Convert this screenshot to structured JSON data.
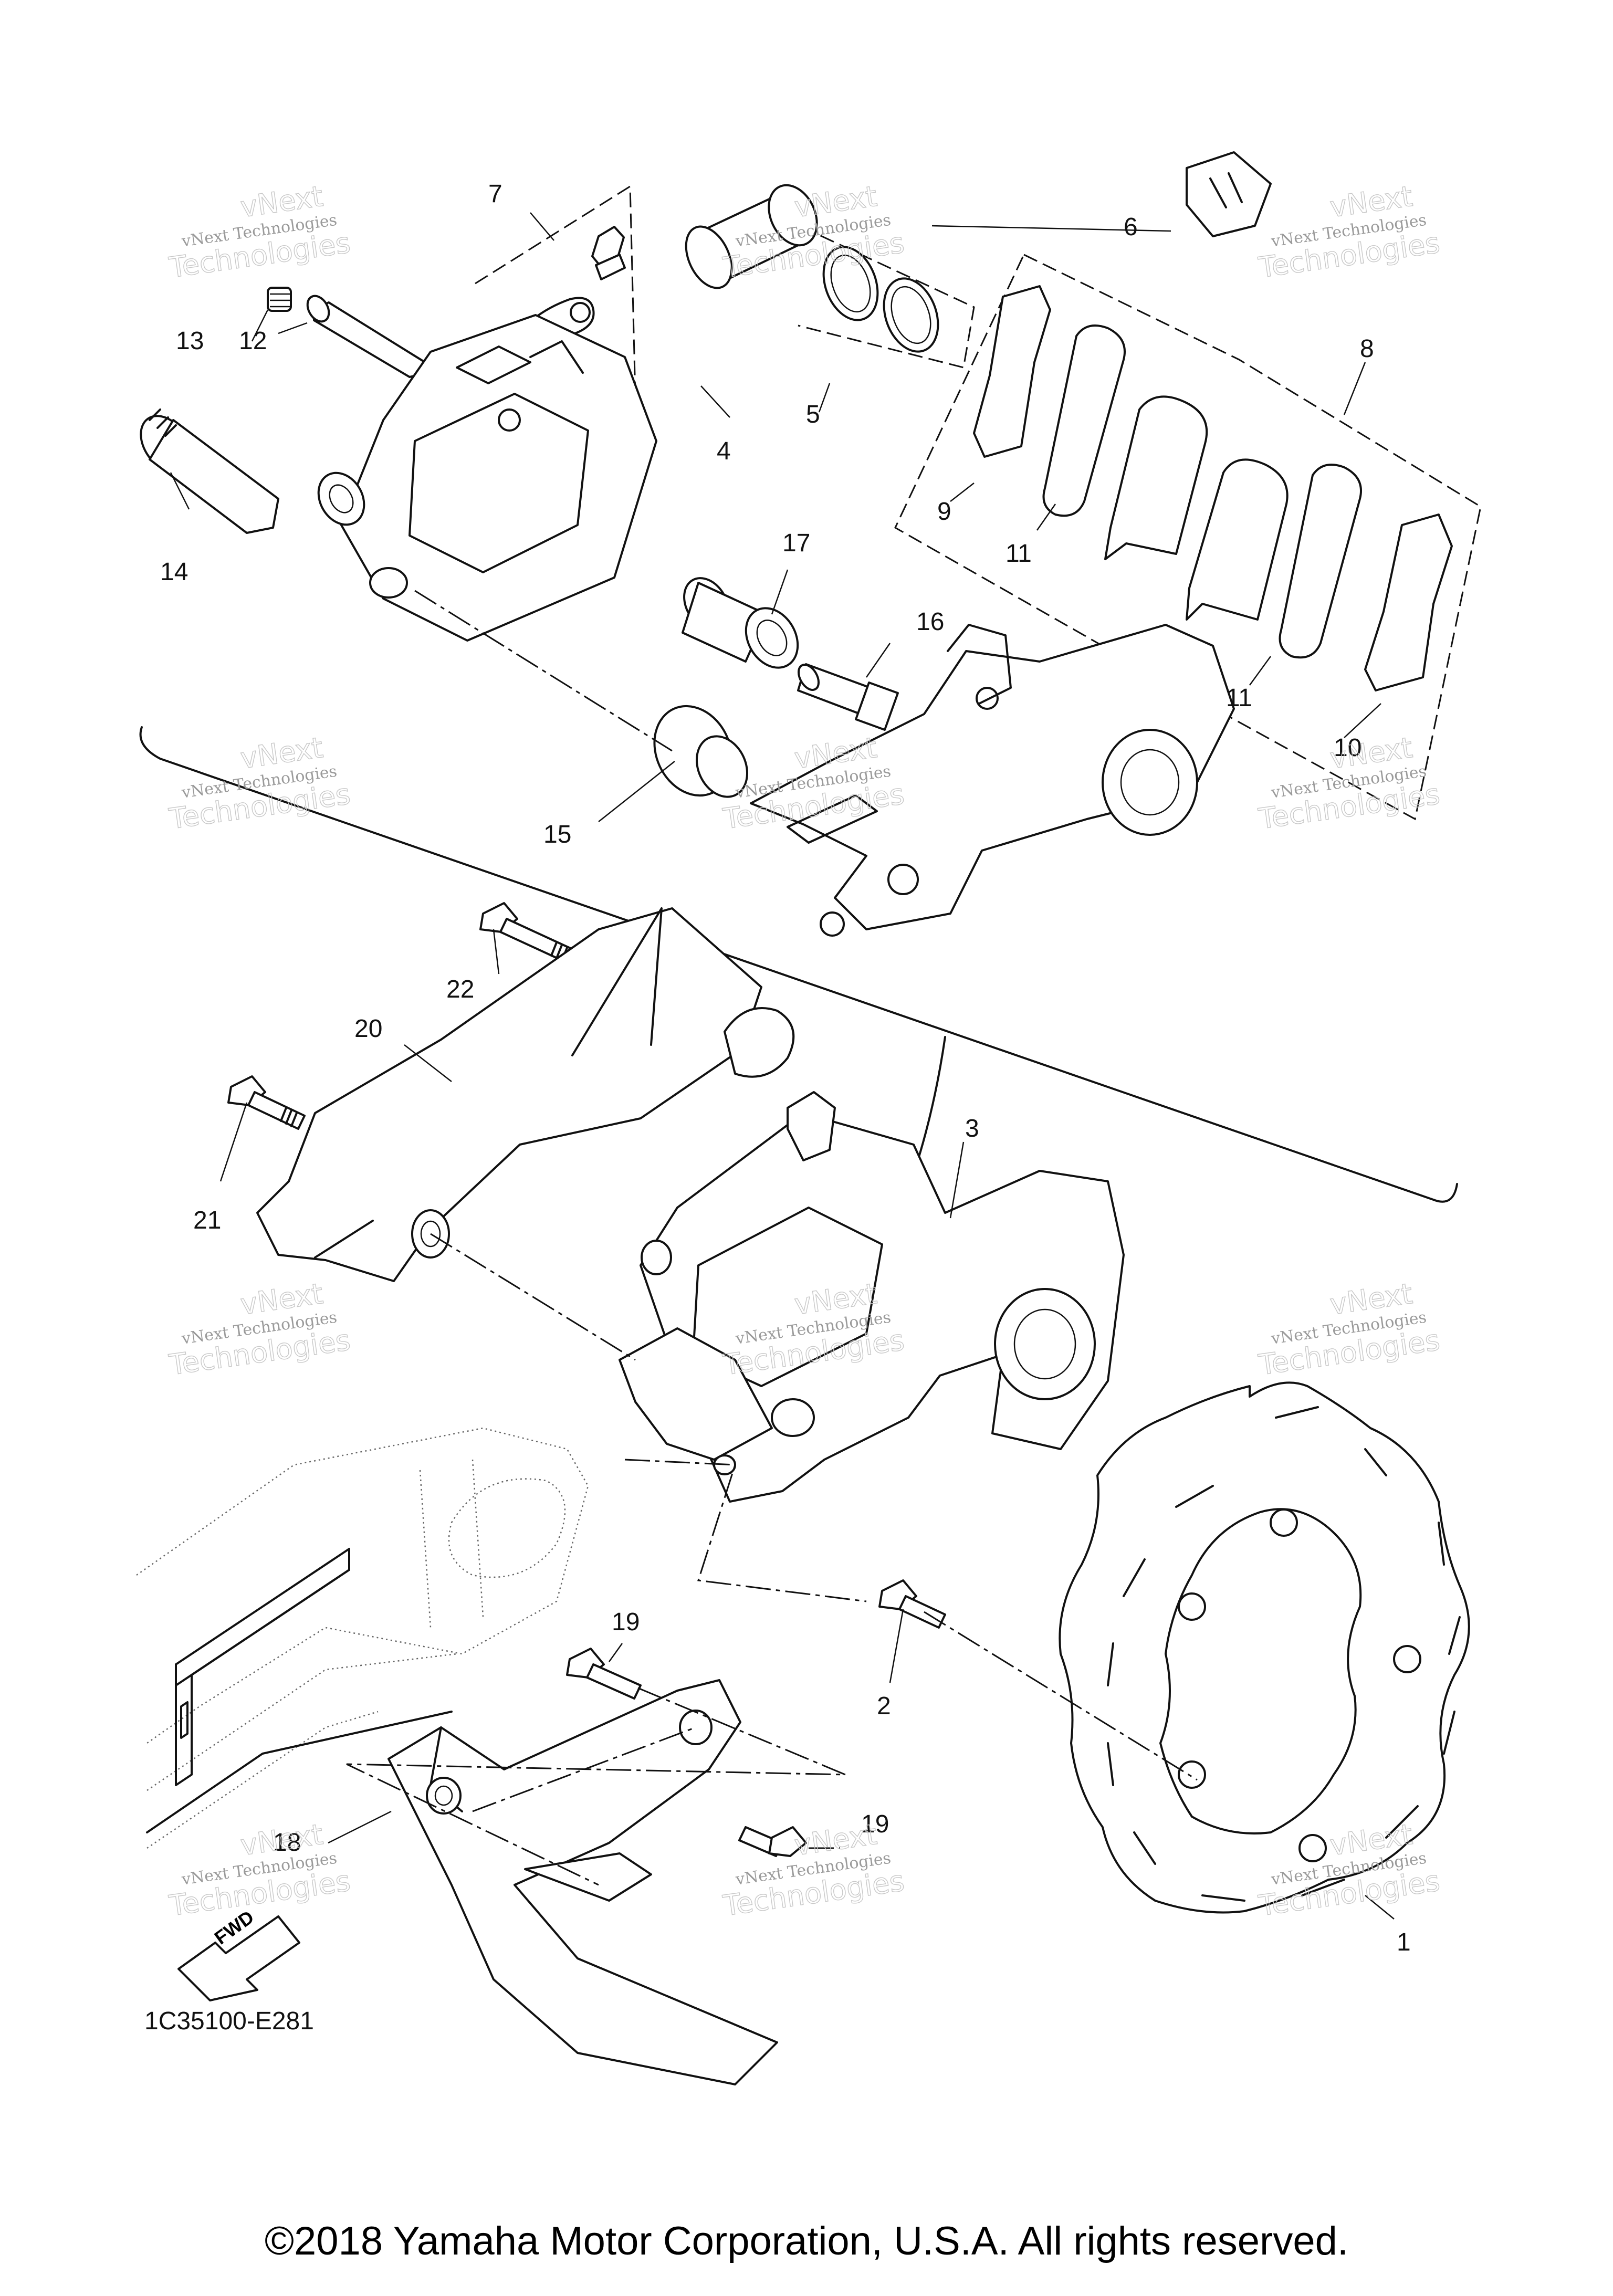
{
  "callouts": [
    {
      "id": "c1",
      "text": "1"
    },
    {
      "id": "c2",
      "text": "2"
    },
    {
      "id": "c3",
      "text": "3"
    },
    {
      "id": "c4",
      "text": "4"
    },
    {
      "id": "c5",
      "text": "5"
    },
    {
      "id": "c6",
      "text": "6"
    },
    {
      "id": "c7",
      "text": "7"
    },
    {
      "id": "c8",
      "text": "8"
    },
    {
      "id": "c9",
      "text": "9"
    },
    {
      "id": "c10",
      "text": "10"
    },
    {
      "id": "c11a",
      "text": "11"
    },
    {
      "id": "c11b",
      "text": "11"
    },
    {
      "id": "c12",
      "text": "12"
    },
    {
      "id": "c13",
      "text": "13"
    },
    {
      "id": "c14",
      "text": "14"
    },
    {
      "id": "c15",
      "text": "15"
    },
    {
      "id": "c16",
      "text": "16"
    },
    {
      "id": "c17",
      "text": "17"
    },
    {
      "id": "c18",
      "text": "18"
    },
    {
      "id": "c19a",
      "text": "19"
    },
    {
      "id": "c19b",
      "text": "19"
    },
    {
      "id": "c20",
      "text": "20"
    },
    {
      "id": "c21",
      "text": "21"
    },
    {
      "id": "c22",
      "text": "22"
    }
  ],
  "watermark": {
    "line1": "vNext Technologies",
    "line2": "Technologies",
    "line3": "vNext"
  },
  "fwd_label": "FWD",
  "diagram_code": "1C35100-E281",
  "copyright": "©2018 Yamaha Motor Corporation, U.S.A. All rights reserved."
}
